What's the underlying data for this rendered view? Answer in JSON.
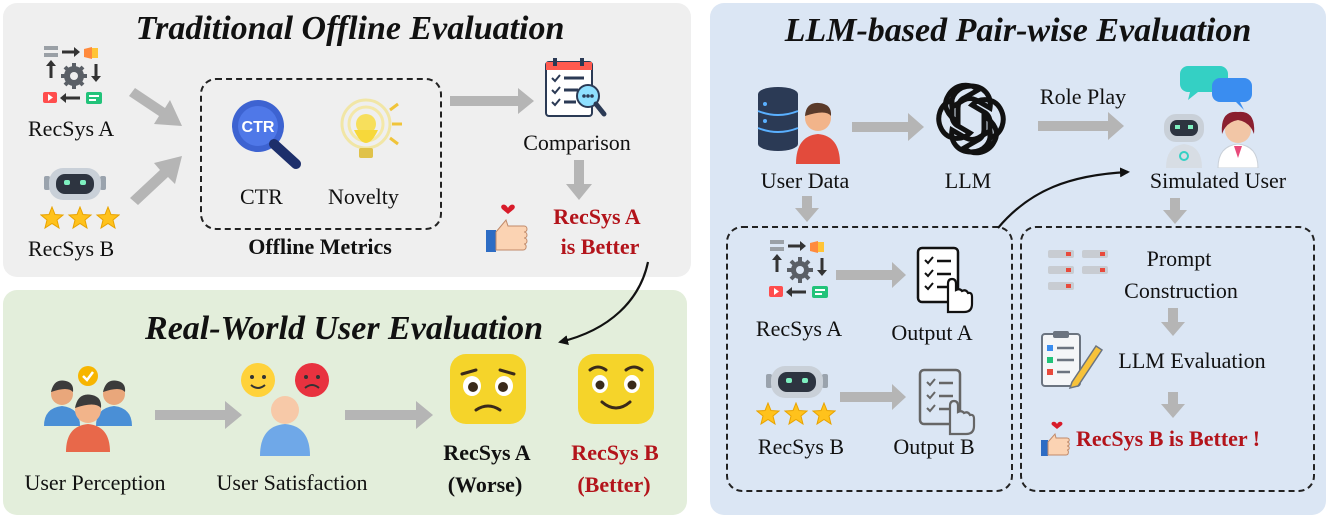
{
  "traditional": {
    "title": "Traditional Offline Evaluation",
    "recsys_a": "RecSys A",
    "recsys_b": "RecSys B",
    "metric_ctr": "CTR",
    "metric_novelty": "Novelty",
    "ctr_icon_text": "CTR",
    "offline_metrics": "Offline Metrics",
    "comparison": "Comparison",
    "result_line1": "RecSys A",
    "result_line2": "is Better"
  },
  "realworld": {
    "title": "Real-World User Evaluation",
    "user_perception": "User Perception",
    "user_satisfaction": "User Satisfaction",
    "a_line1": "RecSys A",
    "a_line2": "(Worse)",
    "b_line1": "RecSys B",
    "b_line2": "(Better)"
  },
  "llm": {
    "title": "LLM-based Pair-wise Evaluation",
    "user_data": "User Data",
    "llm": "LLM",
    "role_play": "Role Play",
    "simulated_user": "Simulated User",
    "recsys_a": "RecSys A",
    "recsys_b": "RecSys B",
    "output_a": "Output A",
    "output_b": "Output B",
    "prompt_line1": "Prompt",
    "prompt_line2": "Construction",
    "llm_evaluation": "LLM Evaluation",
    "result": "RecSys B is Better !"
  },
  "colors": {
    "traditional_bg": "#efefef",
    "realworld_bg": "#e3eedb",
    "llm_bg": "#dbe6f4",
    "arrow": "#b5b5b5",
    "highlight_red": "#b3141b",
    "emoji_yellow": "#f5d42a"
  }
}
